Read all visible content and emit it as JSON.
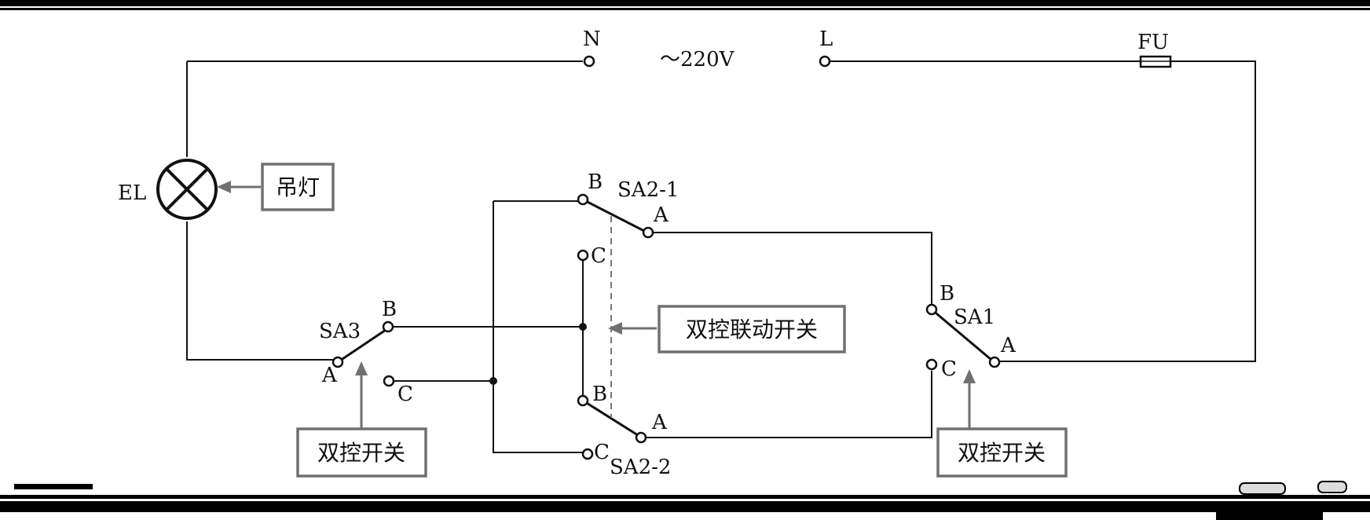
{
  "terminals": {
    "n": "N",
    "l": "L",
    "voltage": "～220V",
    "fuse": "FU"
  },
  "lamp": {
    "symbol": "EL",
    "callout": "吊灯"
  },
  "sa3": {
    "name": "SA3",
    "a": "A",
    "b": "B",
    "c": "C",
    "callout": "双控开关"
  },
  "sa2_1": {
    "name": "SA2-1",
    "a": "A",
    "b": "B",
    "c": "C"
  },
  "sa2_2": {
    "name": "SA2-2",
    "a": "A",
    "b": "B",
    "c": "C"
  },
  "linked_switch": {
    "callout": "双控联动开关"
  },
  "sa1": {
    "name": "SA1",
    "a": "A",
    "b": "B",
    "c": "C",
    "callout": "双控开关"
  },
  "colors": {
    "wire": "#111111",
    "callout": "#707070"
  }
}
